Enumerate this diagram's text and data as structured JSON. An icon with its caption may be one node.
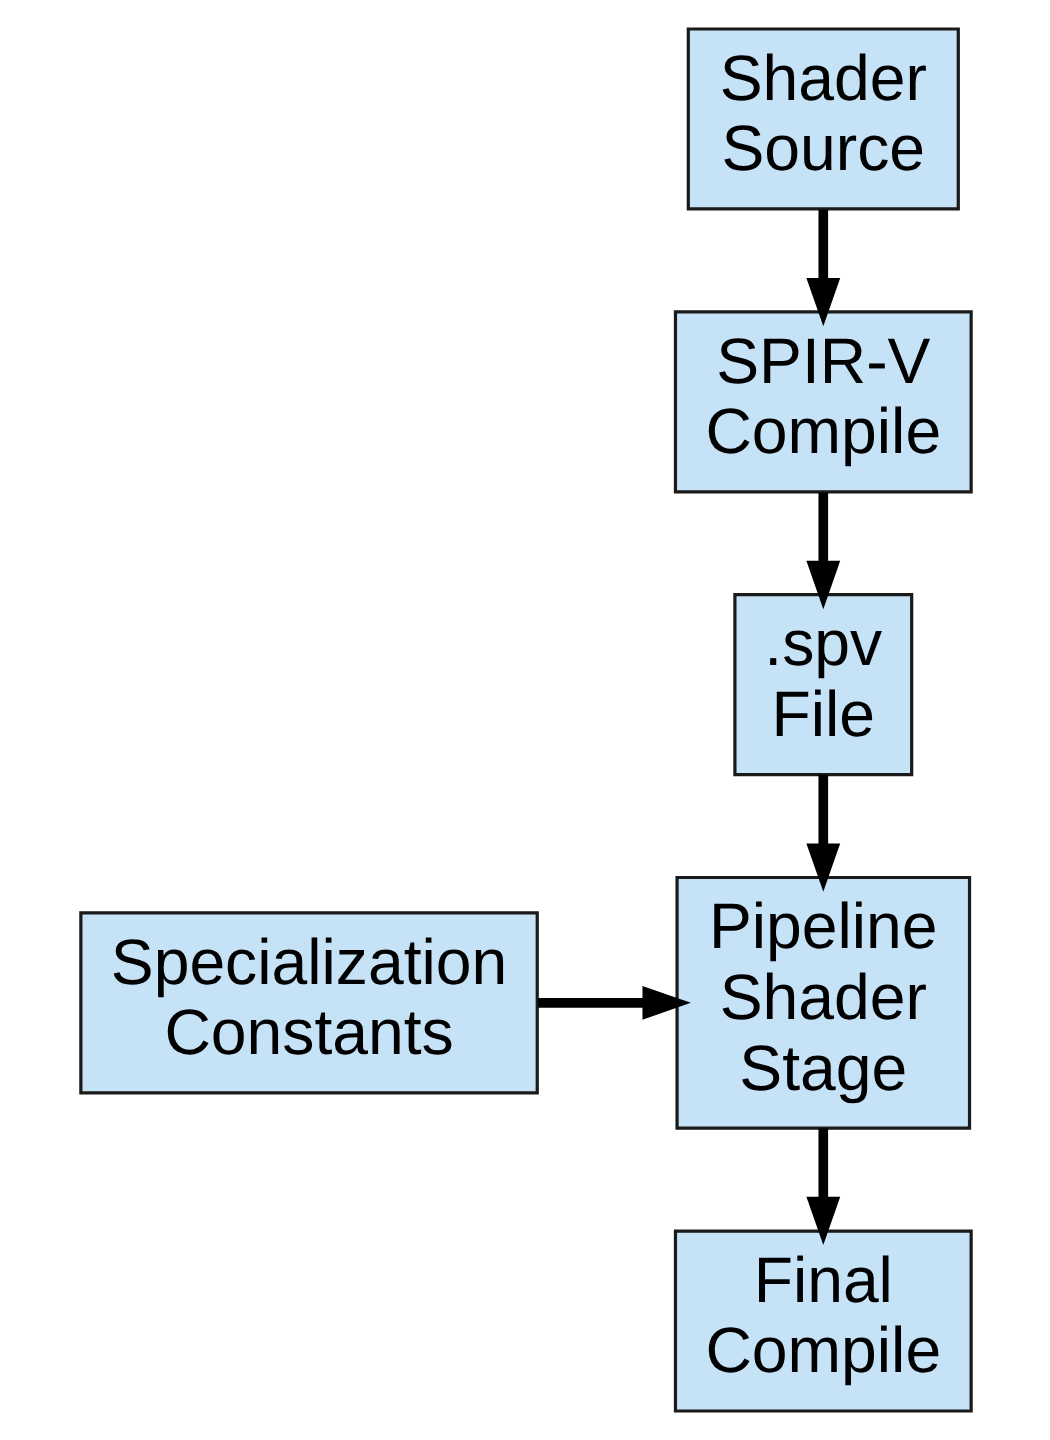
{
  "diagram": {
    "nodes": [
      {
        "text": [
          "Shader Source"
        ]
      },
      {
        "text": [
          "SPIR-V Compile"
        ]
      },
      {
        "text": [
          ".spv File"
        ]
      },
      {
        "text": [
          "Specialization Constants"
        ]
      },
      {
        "text": [
          "Pipeline Shader Stage"
        ]
      },
      {
        "text": [
          "Final Compile"
        ]
      }
    ],
    "edges": [
      {
        "from": 0,
        "to": 1,
        "arrow": "to"
      },
      {
        "from": 1,
        "to": 2,
        "arrow": "to"
      },
      {
        "from": 2,
        "to": 4,
        "arrow": "to"
      },
      {
        "from": 3,
        "to": 4,
        "arrow": "to"
      },
      {
        "from": 4,
        "to": 5,
        "arrow": "to"
      }
    ]
  }
}
